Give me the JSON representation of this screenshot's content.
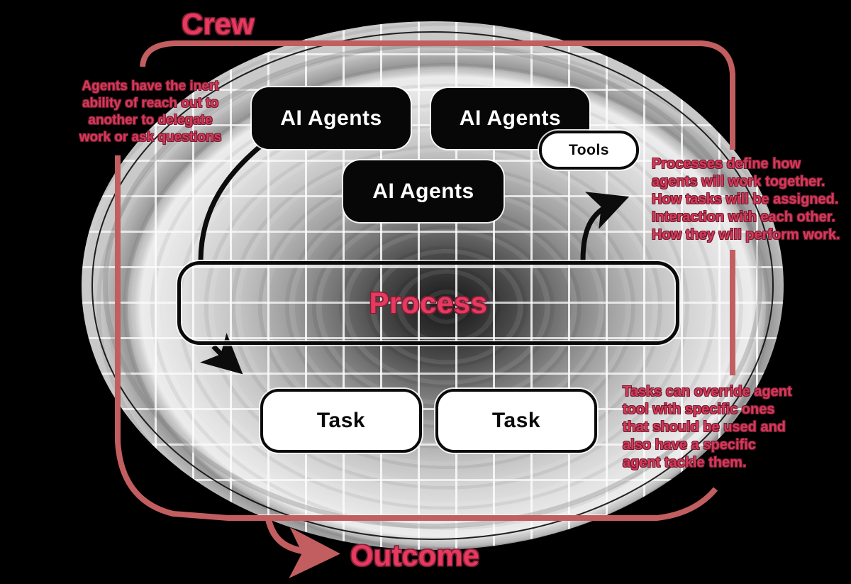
{
  "title": "Crew",
  "outcome_label": "Outcome",
  "nodes": {
    "agent_top_left": "AI Agents",
    "agent_top_right": "AI Agents",
    "agent_middle": "AI Agents",
    "tools": "Tools",
    "process": "Process",
    "task_left": "Task",
    "task_right": "Task"
  },
  "annotations": {
    "left": "Agents have the inert\nability of reach out to\nanother to delegate\nwork or ask questions",
    "right_top": "Processes define how\nagents will work together.\nHow tasks will be assigned.\nInteraction with each other.\nHow they will perform work.",
    "right_bottom": "Tasks can override agent\ntool with specific ones\nthat should be used and\nalso have a specific\nagent tackle them."
  },
  "colors": {
    "accent_pink": "#e8395e",
    "annotation_pink": "#d63a58",
    "bracket_red": "#c25e60",
    "arrow_black": "#0c0c0c",
    "box_black": "#070707",
    "box_white": "#ffffff"
  }
}
